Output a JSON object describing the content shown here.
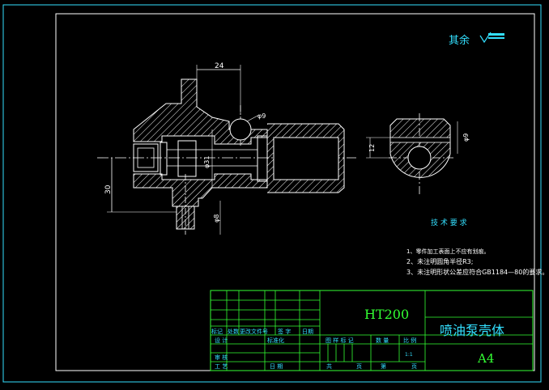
{
  "drawing": {
    "roughness_note": "其余",
    "dimensions": {
      "d24": "24",
      "d30": "30",
      "phi9_top": "φ9",
      "phi31": "φ31",
      "phi8": "φ8",
      "phi9_side": "φ9",
      "d12": "12"
    },
    "tech_requirements": {
      "title": "技 术 要 求",
      "items": [
        "1、零件加工表面上不应有划痕。",
        "2、未注明圆角半径R3;",
        "3、未注明形状公差应符合GB1184—80的要求。"
      ]
    },
    "title_block": {
      "material": "HT200",
      "part_name": "喷油泵壳体",
      "sheet_size": "A4",
      "scale": "1:1",
      "row_labels": [
        "标记",
        "处数",
        "更改文件号",
        "签 字",
        "日期"
      ],
      "design": "设 计",
      "standardize": "标准化",
      "stage_mark": "图 样 标 记",
      "weight": "数 量",
      "scale_label": "比 例",
      "review": "审 核",
      "process": "工 艺",
      "date": "日 期",
      "total": "共",
      "sheet": "页",
      "page": "第",
      "page2": "页"
    }
  },
  "colors": {
    "background": "#000000",
    "border": "#33e0ff",
    "drawing": "#ffffff",
    "title_grid": "#33ff33"
  }
}
